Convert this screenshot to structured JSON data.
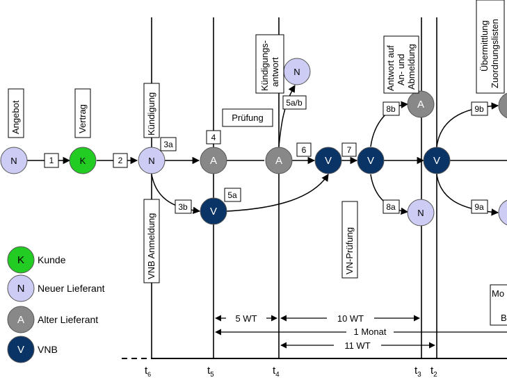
{
  "colors": {
    "kunde": "#22cc22",
    "neuer_lieferant": "#ccccf4",
    "alter_lieferant": "#888888",
    "vnb": "#0a3366",
    "line": "#000000"
  },
  "nodes": {
    "n1_letter": "N",
    "k_letter": "K",
    "n2_letter": "N",
    "a1_letter": "A",
    "v1_letter": "V",
    "a2_letter": "A",
    "n3_letter": "N",
    "v2_letter": "V",
    "v3_letter": "V",
    "a3_letter": "A",
    "n4_letter": "N",
    "v4_letter": "V",
    "a4_letter": "A",
    "n5_letter": "N"
  },
  "steps": {
    "s1": "1",
    "s2": "2",
    "s3a": "3a",
    "s3b": "3b",
    "s4": "4",
    "s5a": "5a",
    "s5ab": "5a/b",
    "s6": "6",
    "s7": "7",
    "s8a": "8a",
    "s8b": "8b",
    "s9a": "9a",
    "s9b": "9b"
  },
  "labels": {
    "angebot": "Angebot",
    "vertrag": "Vertrag",
    "kuendigung": "Kündigung",
    "pruefung": "Prüfung",
    "kuendigungsantwort_1": "Kündigungs-",
    "kuendigungsantwort_2": "antwort",
    "antwort_1": "Antwort auf",
    "antwort_2": "An- und",
    "antwort_3": "Abmeldung",
    "uebermittlung_1": "Übermittlung",
    "uebermittlung_2": "Zuordnungslisten",
    "vnb_anmeldung": "VNB Anmeldung",
    "vn_pruefung": "VN-Prüfung",
    "mon_partial": "Mo",
    "b_partial": "B"
  },
  "legend": {
    "k_letter": "K",
    "k_text": "Kunde",
    "n_letter": "N",
    "n_text": "Neuer Lieferant",
    "a_letter": "A",
    "a_text": "Alter Lieferant",
    "v_letter": "V",
    "v_text": "VNB"
  },
  "durations": {
    "wt5": "5 WT",
    "wt10": "10 WT",
    "monat": "1 Monat",
    "wt11": "11 WT"
  },
  "timeline": {
    "t6": {
      "main": "t",
      "sub": "6"
    },
    "t5": {
      "main": "t",
      "sub": "5"
    },
    "t4": {
      "main": "t",
      "sub": "4"
    },
    "t3": {
      "main": "t",
      "sub": "3"
    },
    "t2": {
      "main": "t",
      "sub": "2"
    }
  }
}
